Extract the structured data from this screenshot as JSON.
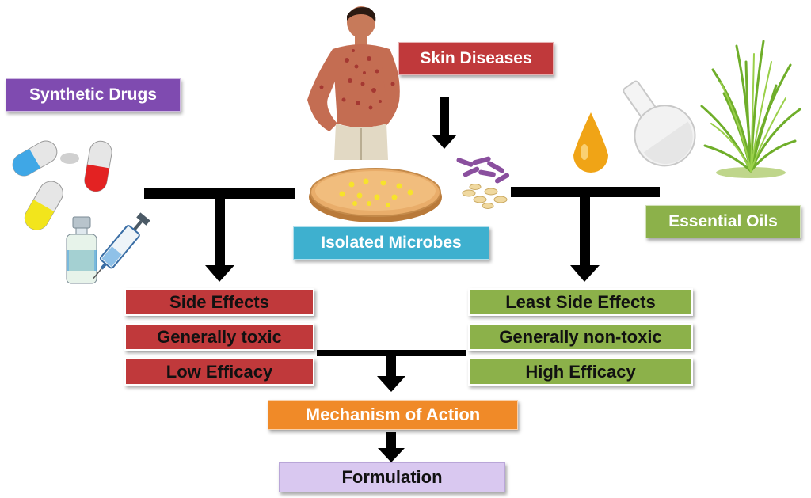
{
  "diagram": {
    "skin_diseases": "Skin Diseases",
    "synthetic_drugs": "Synthetic Drugs",
    "isolated_microbes": "Isolated Microbes",
    "essential_oils": "Essential Oils",
    "synthetic_effects": [
      "Side Effects",
      "Generally toxic",
      "Low Efficacy"
    ],
    "oil_effects": [
      "Least Side Effects",
      "Generally non-toxic",
      "High Efficacy"
    ],
    "mechanism": "Mechanism of Action",
    "formulation": "Formulation"
  },
  "colors": {
    "red": "#c0393b",
    "green": "#8cb14a",
    "purple": "#7f4bb0",
    "blue": "#3eb0cf",
    "orange": "#f08a28",
    "lavender": "#d9c8f0",
    "connector": "#000000"
  },
  "icons": [
    "person-with-skin-rash-icon",
    "capsule-pills-icon",
    "vial-icon",
    "syringe-icon",
    "petri-dish-icon",
    "bacteria-icon",
    "oil-drop-icon",
    "flask-icon",
    "grass-plant-icon"
  ]
}
